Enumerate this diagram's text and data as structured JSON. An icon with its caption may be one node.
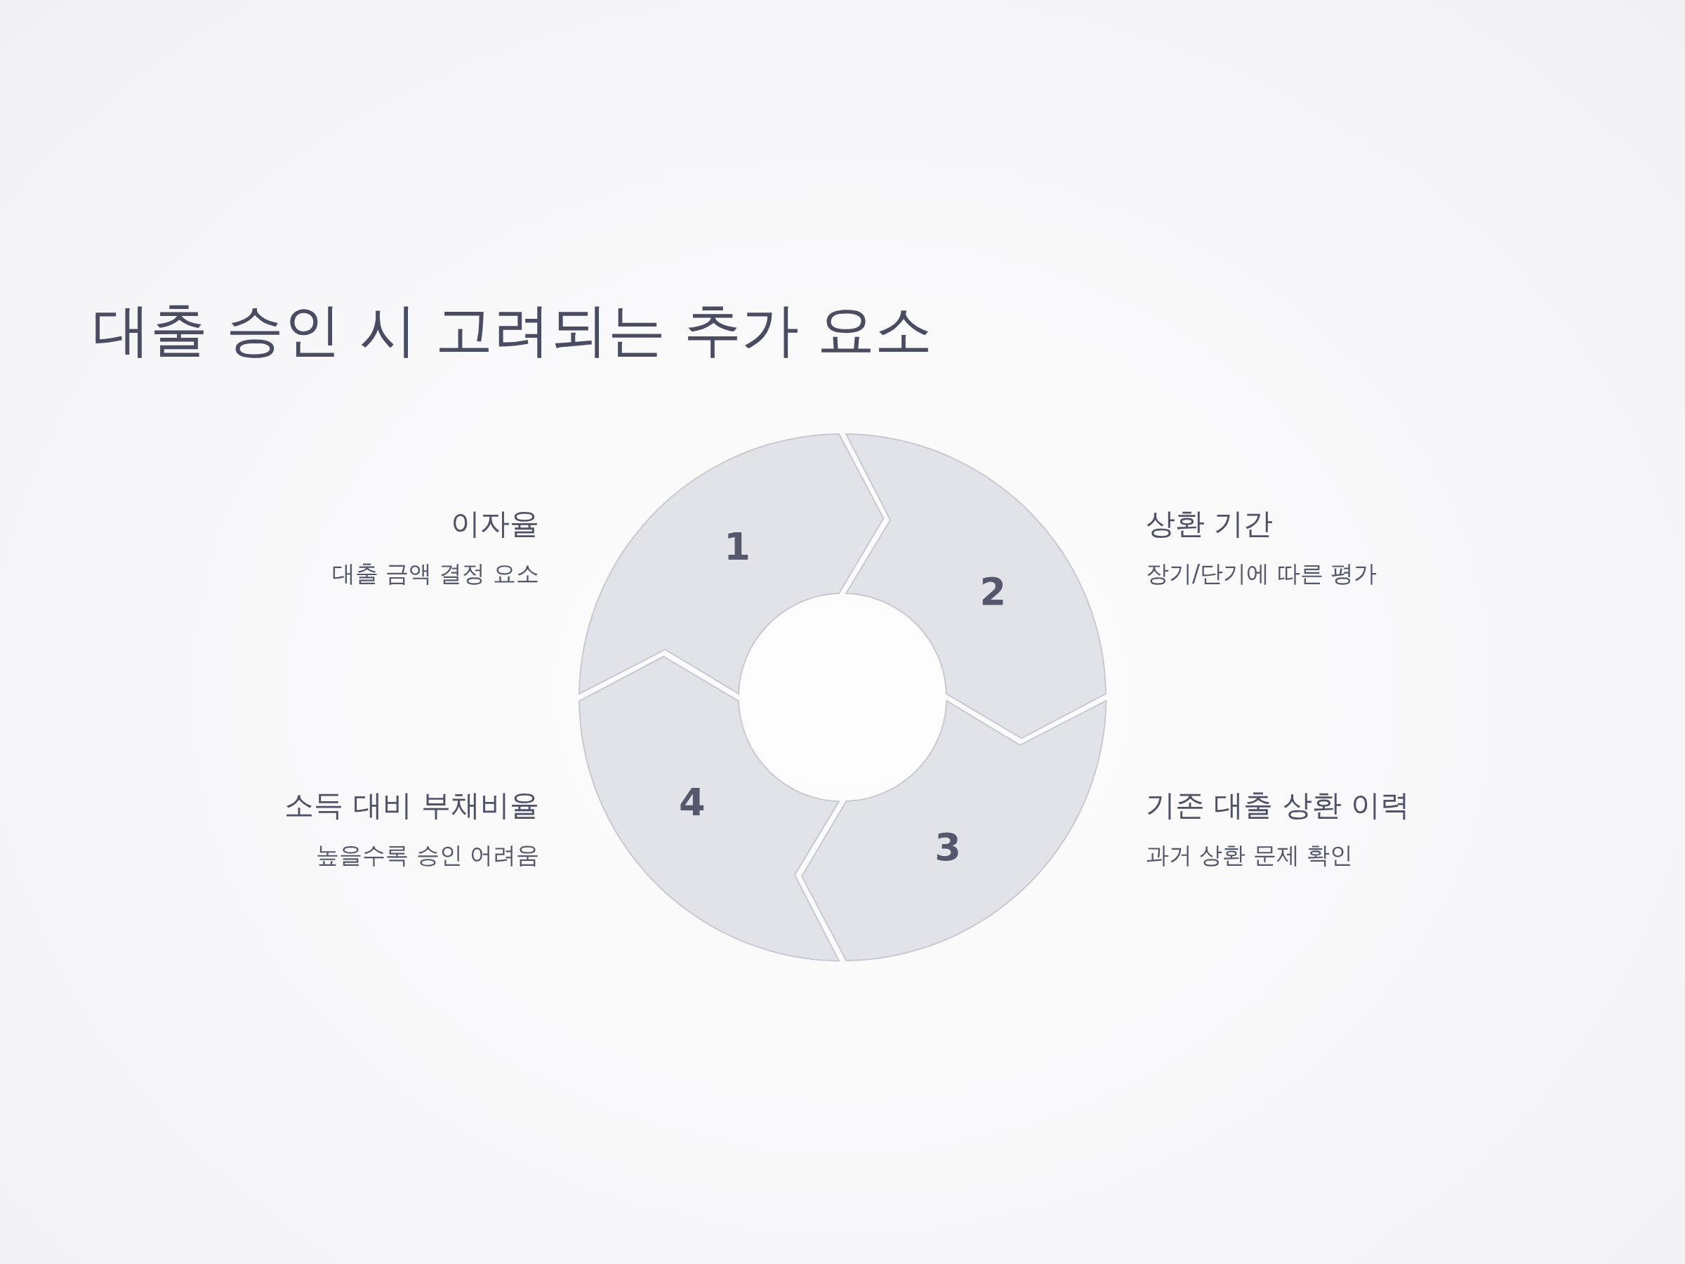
{
  "diagram": {
    "title": "대출 승인 시 고려되는 추가 요소",
    "nodes": [
      {
        "text": [
          "1"
        ],
        "beside": [
          "이자율",
          "대출 금액 결정 요소"
        ]
      },
      {
        "text": [
          "2"
        ],
        "beside": [
          "상환 기간",
          "장기/단기에 따른 평가"
        ]
      },
      {
        "text": [
          "3"
        ],
        "beside": [
          "기존 대출 상환 이력",
          "과거 상환 문제 확인"
        ]
      },
      {
        "text": [
          "4"
        ],
        "beside": [
          "소득 대비 부채비율",
          "높을수록 승인 어려움"
        ]
      }
    ]
  }
}
